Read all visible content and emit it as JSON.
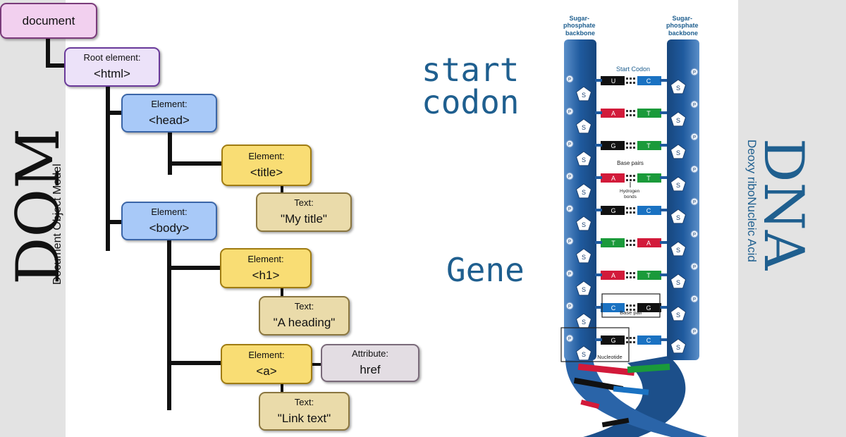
{
  "dom": {
    "title": "DOM",
    "subtitle": "Document Object Model",
    "nodes": {
      "document": {
        "value": "document"
      },
      "html": {
        "kind": "Root element:",
        "value": "<html>"
      },
      "head": {
        "kind": "Element:",
        "value": "<head>"
      },
      "title": {
        "kind": "Element:",
        "value": "<title>"
      },
      "title_text": {
        "kind": "Text:",
        "value": "\"My title\""
      },
      "body": {
        "kind": "Element:",
        "value": "<body>"
      },
      "h1": {
        "kind": "Element:",
        "value": "<h1>"
      },
      "h1_text": {
        "kind": "Text:",
        "value": "\"A heading\""
      },
      "a": {
        "kind": "Element:",
        "value": "<a>"
      },
      "attr": {
        "kind": "Attribute:",
        "value": "href"
      },
      "a_text": {
        "kind": "Text:",
        "value": "\"Link text\""
      }
    }
  },
  "labels": {
    "start_codon_line1": "start",
    "start_codon_line2": "codon",
    "gene": "Gene"
  },
  "dna": {
    "title": "DNA",
    "subtitle": "Deoxy riboNucleic Acid",
    "backbone_left": [
      "Sugar-",
      "phosphate",
      "backbone"
    ],
    "backbone_right": [
      "Sugar-",
      "phosphate",
      "backbone"
    ],
    "start_codon_label": "Start Codon",
    "base_pairs_label": "Base pairs",
    "hydrogen_label": [
      "Hydrogen",
      "bonds"
    ],
    "base_pair_label": "Base pair",
    "nucleotide_label": "Nucleotide",
    "sugar_letter": "S",
    "phosphate_letter": "P",
    "rungs": [
      {
        "left": "U",
        "right": "C",
        "lcolor": "#111111",
        "rcolor": "#1a72c2"
      },
      {
        "left": "A",
        "right": "T",
        "lcolor": "#d21a3a",
        "rcolor": "#1a9a3a"
      },
      {
        "left": "G",
        "right": "T",
        "lcolor": "#111111",
        "rcolor": "#1a9a3a"
      },
      {
        "left": "A",
        "right": "T",
        "lcolor": "#d21a3a",
        "rcolor": "#1a9a3a"
      },
      {
        "left": "G",
        "right": "C",
        "lcolor": "#111111",
        "rcolor": "#1a72c2"
      },
      {
        "left": "T",
        "right": "A",
        "lcolor": "#1a9a3a",
        "rcolor": "#d21a3a"
      },
      {
        "left": "A",
        "right": "T",
        "lcolor": "#d21a3a",
        "rcolor": "#1a9a3a"
      },
      {
        "left": "C",
        "right": "G",
        "lcolor": "#1a72c2",
        "rcolor": "#111111"
      },
      {
        "left": "G",
        "right": "C",
        "lcolor": "#111111",
        "rcolor": "#1a72c2"
      }
    ]
  }
}
